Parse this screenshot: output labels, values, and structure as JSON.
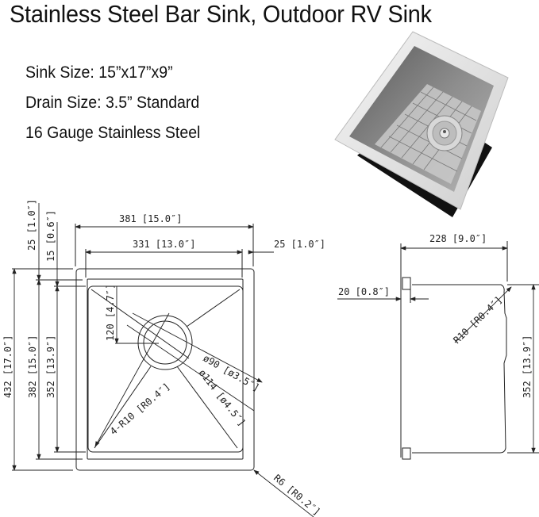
{
  "title": "Stainless Steel Bar Sink, Outdoor RV Sink",
  "specs": [
    "Sink Size: 15”x17”x9”",
    "Drain Size: 3.5” Standard",
    "16 Gauge Stainless Steel"
  ],
  "photo": {
    "alt": "Stainless steel undermount bar sink with bottom grid and drain strainer"
  },
  "top_view": {
    "width_overall": "381 [15.0″]",
    "width_bowl": "331 [13.0″]",
    "flange_side": "25 [1.0″]",
    "flange_top": "25 [1.0″]",
    "rim_top": "15 [0.6″]",
    "length_overall": "432 [17.0″]",
    "length_flange": "382 [15.0″]",
    "length_bowl": "352 [13.9″]",
    "drain_offset": "120 [4.7″]",
    "drain_inner": "ø90 [ø3.5″]",
    "drain_outer": "ø114 [ø4.5″]",
    "corner_inner": "4-R10 [R0.4″]",
    "corner_outer": "R6 [R0.2″]"
  },
  "side_view": {
    "depth": "228 [9.0″]",
    "rim": "20 [0.8″]",
    "radius": "R10 [R0.4″]",
    "height": "352 [13.9″]"
  },
  "colors": {
    "line": "#222222",
    "steel_light": "#e6e6e6",
    "steel_mid": "#9a9a9a",
    "steel_dark": "#4a4a4a",
    "base": "#111111"
  }
}
